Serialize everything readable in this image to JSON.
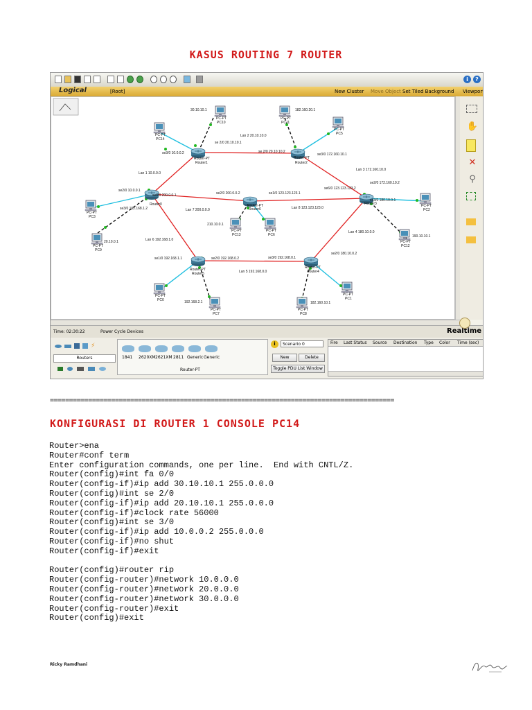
{
  "page": {
    "title": "KASUS ROUTING 7 ROUTER",
    "separator": "==========================================================================================",
    "section_heading": "KONFIGURASI DI ROUTER 1 CONSOLE PC14",
    "author": "Ricky Ramdhani"
  },
  "screenshot": {
    "topbar": {
      "logical": "Logical",
      "root": "[Root]",
      "new_cluster": "New Cluster",
      "move_object": "Move Object",
      "set_bg": "Set Tiled Background",
      "viewport": "Viewport"
    },
    "status": {
      "time": "Time: 02:30:22",
      "power_cycle": "Power Cycle Devices",
      "realtime": "Realtime"
    },
    "devices": {
      "category": "Routers",
      "model_label": "Router-PT",
      "models": [
        "1841",
        "2620XM",
        "2621XM",
        "2811",
        "Generic",
        "Generic"
      ]
    },
    "scenario": {
      "select": "Scenario 0",
      "new": "New",
      "delete": "Delete",
      "toggle": "Toggle PDU List Window"
    },
    "pdu_headers": [
      "Fire",
      "Last Status",
      "Source",
      "Destination",
      "Type",
      "Color",
      "Time (sec)"
    ],
    "topology": {
      "routers": [
        {
          "name": "Router1",
          "type": "Router-PT"
        },
        {
          "name": "Router2",
          "type": "Router-PT"
        },
        {
          "name": "Router0",
          "type": "Router-PT"
        },
        {
          "name": "Router6",
          "type": "Router-PT"
        },
        {
          "name": "Router3",
          "type": "Router-PT"
        },
        {
          "name": "Router5",
          "type": "Router-PT"
        },
        {
          "name": "Router4",
          "type": "Router-PT"
        }
      ],
      "pcs": [
        {
          "name": "PC10",
          "type": "PC-PT"
        },
        {
          "name": "PC14",
          "type": "PC-PT"
        },
        {
          "name": "PC11",
          "type": "PC-PT"
        },
        {
          "name": "PC5",
          "type": "PC-PT"
        },
        {
          "name": "PC3",
          "type": "PC-PT"
        },
        {
          "name": "PC9",
          "type": "PC-PT"
        },
        {
          "name": "PC13",
          "type": "PC-PT"
        },
        {
          "name": "PC6",
          "type": "PC-PT"
        },
        {
          "name": "PC2",
          "type": "PC-PT"
        },
        {
          "name": "PC12",
          "type": "PC-PT"
        },
        {
          "name": "PC0",
          "type": "PC-PT"
        },
        {
          "name": "PC7",
          "type": "PC-PT"
        },
        {
          "name": "PC8",
          "type": "PC-PT"
        },
        {
          "name": "PC1",
          "type": "PC-PT"
        }
      ],
      "labels": {
        "pc10_ip": "30.10.10.1",
        "pc11_ip": "182.160.20.1",
        "lan2": "Lan 2 20.10.10.0",
        "r1_se20": "se 2/0 20.10.10.1",
        "r2_se20": "se 2/0 20.10.10.2",
        "r1_se30": "se3/0 10.0.0.2",
        "r2_se30": "se3/0 172.160.10.1",
        "lan1": "Lan 1 10.0.0.0",
        "lan3": "Lan 3 172.160.10.0",
        "r0_se20": "se2/0 10.0.0.1",
        "r0_se60": "se6/0 200.0.0.1",
        "r6_se20": "se2/0 200.0.0.2",
        "r6_se10": "se1/0 123.123.123.1",
        "r3_se60": "se6/0 123.123.123.2",
        "r3_se20": "se2/0 172.160.10.2",
        "r0_se30": "se3/0 192.168.1.2",
        "r3_se30": "se3/0 180.10.0.1",
        "lan7": "Lan 7 200.0.0.0",
        "lan8": "Lan 8 123.123.123.0",
        "pc13_ip": "210.10.0.1",
        "pc9_ip": "20.10.0.1",
        "lan6": "Lan 6 192.168.1.0",
        "lan4": "Lan 4 180.10.0.0",
        "pc12_ip": "190.10.10.1",
        "r5_se10": "se1/0 192.168.1.1",
        "r5_se20": "se2/0 192.168.0.2",
        "r4_se30": "se3/0 192.168.0.1",
        "r4_se20": "se2/0 180.10.0.2",
        "lan5": "Lan 5 192.168.0.0",
        "pc7_ip": "192.168.2.1",
        "pc8_ip": "182.160.10.1"
      }
    }
  },
  "config_lines": [
    "Router>ena",
    "Router#conf term",
    "Enter configuration commands, one per line.  End with CNTL/Z.",
    "Router(config)#int fa 0/0",
    "Router(config-if)#ip add 30.10.10.1 255.0.0.0",
    "Router(config)#int se 2/0",
    "Router(config-if)#ip add 20.10.10.1 255.0.0.0",
    "Router(config-if)#clock rate 56000",
    "Router(config)#int se 3/0",
    "Router(config-if)#ip add 10.0.0.2 255.0.0.0",
    "Router(config-if)#no shut",
    "Router(config-if)#exit",
    "",
    "Router(config)#router rip",
    "Router(config-router)#network 10.0.0.0",
    "Router(config-router)#network 20.0.0.0",
    "Router(config-router)#network 30.0.0.0",
    "Router(config-router)#exit",
    "Router(config)#exit"
  ],
  "icons": [
    "new-file-icon",
    "open-icon",
    "save-icon",
    "print-icon",
    "wizard-icon",
    "copy-icon",
    "paste-icon",
    "undo-icon",
    "redo-icon",
    "zoom-in-icon",
    "zoom-reset-icon",
    "zoom-out-icon",
    "palette-icon",
    "custom-device-icon",
    "info-icon",
    "help-icon",
    "select-icon",
    "move-icon",
    "note-icon",
    "delete-icon",
    "inspect-icon",
    "resize-icon",
    "add-simple-pdu-icon",
    "add-complex-pdu-icon",
    "realtime-clock-icon",
    "cluster-icon"
  ]
}
